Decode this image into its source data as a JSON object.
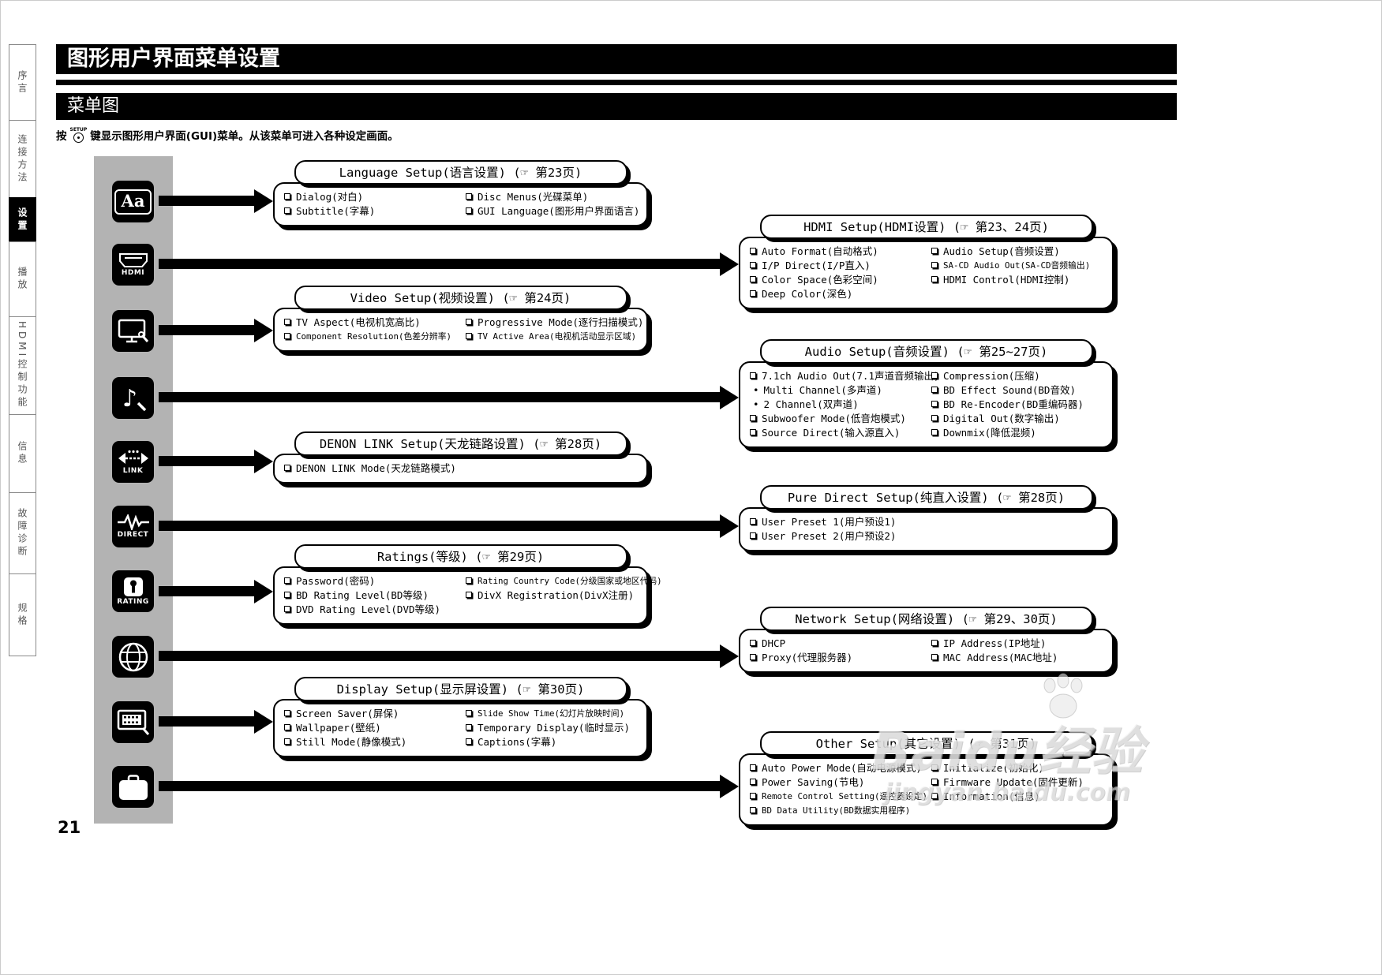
{
  "page": {
    "title": "图形用户界面菜单设置",
    "section_title": "菜单图",
    "intro_before": "按",
    "setup_key_label": "SETUP",
    "intro_after": "键显示图形用户界面(GUI)菜单。从该菜单可进入各种设定画面。",
    "page_number": "21"
  },
  "sidebar": [
    {
      "label": "序言"
    },
    {
      "label": "连接方法"
    },
    {
      "label": "设置",
      "active": true
    },
    {
      "label": "播放"
    },
    {
      "label": "HDMI控制功能"
    },
    {
      "label": "信息"
    },
    {
      "label": "故障诊断"
    },
    {
      "label": "规格"
    }
  ],
  "icon_labels": {
    "language": "Aa",
    "hdmi": "HDMI",
    "link": "LINK",
    "direct": "DIRECT",
    "rating": "RATING"
  },
  "boxes": {
    "language": {
      "title": "Language Setup(语言设置)",
      "page_ref": "(☞ 第23页)",
      "cols": [
        [
          {
            "t": "Dialog(对白)"
          },
          {
            "t": "Subtitle(字幕)"
          }
        ],
        [
          {
            "t": "Disc Menus(光碟菜单)"
          },
          {
            "t": "GUI Language(图形用户界面语言)"
          }
        ]
      ]
    },
    "hdmi": {
      "title": "HDMI Setup(HDMI设置)",
      "page_ref": "(☞ 第23、24页)",
      "cols": [
        [
          {
            "t": "Auto Format(自动格式)"
          },
          {
            "t": "I/P Direct(I/P直入)"
          },
          {
            "t": "Color Space(色彩空间)"
          },
          {
            "t": "Deep Color(深色)"
          }
        ],
        [
          {
            "t": "Audio Setup(音频设置)"
          },
          {
            "t": "SA-CD Audio Out(SA-CD音频输出)",
            "s": true
          },
          {
            "t": "HDMI Control(HDMI控制)"
          }
        ]
      ]
    },
    "video": {
      "title": "Video Setup(视频设置)",
      "page_ref": "(☞ 第24页)",
      "cols": [
        [
          {
            "t": "TV Aspect(电视机宽高比)"
          },
          {
            "t": "Component Resolution(色差分辨率)",
            "s": true
          }
        ],
        [
          {
            "t": "Progressive Mode(逐行扫描模式)"
          },
          {
            "t": "TV Active Area(电视机活动显示区域)",
            "s": true
          }
        ]
      ]
    },
    "audio": {
      "title": "Audio Setup(音频设置)",
      "page_ref": "(☞ 第25~27页)",
      "cols": [
        [
          {
            "t": "7.1ch Audio Out(7.1声道音频输出)"
          },
          {
            "t": "Multi Channel(多声道)",
            "b": "dot"
          },
          {
            "t": "2 Channel(双声道)",
            "b": "dot"
          },
          {
            "t": "Subwoofer Mode(低音炮模式)"
          },
          {
            "t": "Source Direct(输入源直入)"
          }
        ],
        [
          {
            "t": "Compression(压缩)"
          },
          {
            "t": "BD Effect Sound(BD音效)"
          },
          {
            "t": "BD Re-Encoder(BD重编码器)"
          },
          {
            "t": "Digital Out(数字输出)"
          },
          {
            "t": "Downmix(降低混频)"
          }
        ]
      ]
    },
    "denon": {
      "title": "DENON LINK Setup(天龙链路设置)",
      "page_ref": "(☞ 第28页)",
      "cols": [
        [
          {
            "t": "DENON LINK Mode(天龙链路模式)"
          }
        ]
      ]
    },
    "pure": {
      "title": "Pure Direct Setup(纯直入设置)",
      "page_ref": "(☞ 第28页)",
      "cols": [
        [
          {
            "t": "User Preset 1(用户预设1)"
          },
          {
            "t": "User Preset 2(用户预设2)"
          }
        ]
      ]
    },
    "ratings": {
      "title": "Ratings(等级)",
      "page_ref": "(☞ 第29页)",
      "cols": [
        [
          {
            "t": "Password(密码)"
          },
          {
            "t": "BD Rating Level(BD等级)"
          },
          {
            "t": "DVD Rating Level(DVD等级)"
          }
        ],
        [
          {
            "t": "Rating Country Code(分级国家或地区代码)",
            "s": true
          },
          {
            "t": "DivX Registration(DivX注册)"
          }
        ]
      ]
    },
    "network": {
      "title": "Network Setup(网络设置)",
      "page_ref": "(☞ 第29、30页)",
      "cols": [
        [
          {
            "t": "DHCP"
          },
          {
            "t": "Proxy(代理服务器)"
          }
        ],
        [
          {
            "t": "IP Address(IP地址)"
          },
          {
            "t": "MAC Address(MAC地址)"
          }
        ]
      ]
    },
    "display": {
      "title": "Display Setup(显示屏设置)",
      "page_ref": "(☞ 第30页)",
      "cols": [
        [
          {
            "t": "Screen Saver(屏保)"
          },
          {
            "t": "Wallpaper(壁纸)"
          },
          {
            "t": "Still Mode(静像模式)"
          }
        ],
        [
          {
            "t": "Slide Show Time(幻灯片放映时间)",
            "s": true
          },
          {
            "t": "Temporary Display(临时显示)"
          },
          {
            "t": "Captions(字幕)"
          }
        ]
      ]
    },
    "other": {
      "title": "Other Setup(其它设置)",
      "page_ref": "(☞ 第31页)",
      "cols": [
        [
          {
            "t": "Auto Power Mode(自动电源模式)"
          },
          {
            "t": "Power Saving(节电)"
          },
          {
            "t": "Remote Control Setting(遥控器设定)",
            "s": true
          },
          {
            "t": "BD Data Utility(BD数据实用程序)",
            "s": true
          }
        ],
        [
          {
            "t": "Initialize(初始化)"
          },
          {
            "t": "Firmware Update(固件更新)"
          },
          {
            "t": "Information(信息)"
          }
        ]
      ]
    }
  },
  "watermark": {
    "brand": "Baidu经验",
    "url": "jingyan.baidu.com"
  }
}
